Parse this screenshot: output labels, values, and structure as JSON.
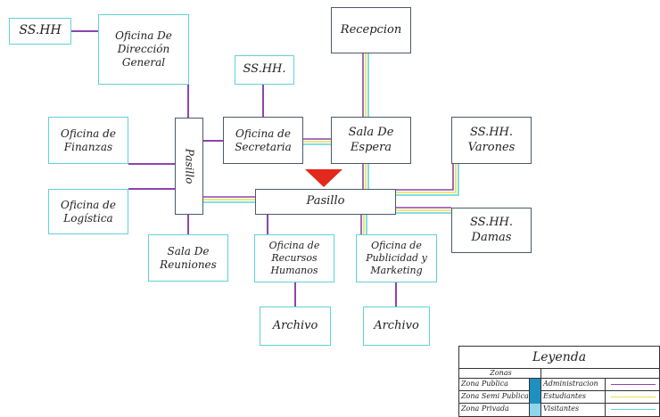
{
  "nodes": {
    "sshh_top_left": "SS.HH",
    "direccion": "Oficina De\nDirección\nGeneral",
    "recepcion": "Recepcion",
    "sshh_mid": "SS.HH.",
    "finanzas": "Oficina de\nFinanzas",
    "secretaria": "Oficina de\nSecretaria",
    "sala_espera": "Sala De\nEspera",
    "sshh_varones": "SS.HH.\nVarones",
    "pasillo_vertical": "Pasillo",
    "pasillo_horizontal": "Pasillo",
    "logistica": "Oficina de\nLogística",
    "sshh_damas": "SS.HH.\nDamas",
    "reuniones": "Sala De\nReuniones",
    "rrhh": "Oficina de\nRecursos\nHumanos",
    "publicidad": "Oficina de\nPublicidad y\nMarketing",
    "archivo_left": "Archivo",
    "archivo_right": "Archivo"
  },
  "legend": {
    "title": "Leyenda",
    "zonas_header": "Zonas",
    "zones": [
      "Zona Publica",
      "Zona Semi Publica",
      "Zona Privada"
    ],
    "users": [
      "Administracion",
      "Estudiantes",
      "Visitantes"
    ],
    "colors": {
      "admin": "#8e44ad",
      "students": "#e8e04a",
      "visitors": "#5fd3d8",
      "zone_fill": "#1f8fc0"
    }
  }
}
